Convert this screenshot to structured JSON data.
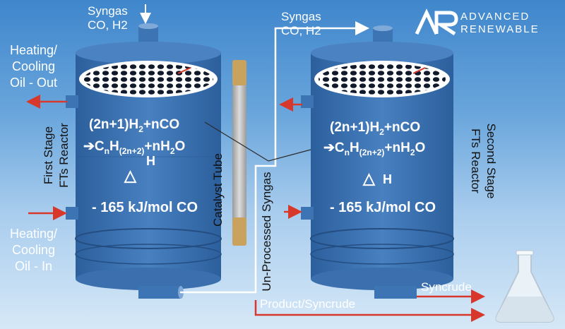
{
  "logo": {
    "mark": "AR",
    "line1": "ADVANCED",
    "line2": "RENEWABLE"
  },
  "inlet_left": {
    "line1": "Syngas",
    "line2": "CO, H2"
  },
  "inlet_right": {
    "line1": "Syngas",
    "line2": "CO, H2"
  },
  "oil_out": {
    "line1": "Heating/",
    "line2": "Cooling",
    "line3": "Oil - Out"
  },
  "oil_in": {
    "line1": "Heating/",
    "line2": "Cooling",
    "line3": "Oil - In"
  },
  "reactor1": {
    "name_line1": "First Stage",
    "name_line2": "FTs Reactor",
    "eq_line1_a": "(2n+1)H",
    "eq_line1_sub": "2",
    "eq_line1_b": "+nCO",
    "eq_line2_arrow": "➔",
    "eq_line2_c": "C",
    "eq_line2_n": "n",
    "eq_line2_h": "H",
    "eq_line2_sub": "(2n+2)",
    "eq_line2_d": "+nH",
    "eq_line2_sub2": "2",
    "eq_line2_e": "O",
    "delta_symbol": "△",
    "delta_h": "H",
    "energy": "- 165 kJ/mol CO"
  },
  "reactor2": {
    "name_line1": "Second Stage",
    "name_line2": "FTs Reactor",
    "eq_line1_a": "(2n+1)H",
    "eq_line1_sub": "2",
    "eq_line1_b": "+nCO",
    "eq_line2_arrow": "➔",
    "eq_line2_c": "C",
    "eq_line2_n": "n",
    "eq_line2_h": "H",
    "eq_line2_sub": "(2n+2)",
    "eq_line2_d": "+nH",
    "eq_line2_sub2": "2",
    "eq_line2_e": "O",
    "delta_symbol": "△",
    "delta_h": "H",
    "energy": "- 165 kJ/mol CO"
  },
  "catalyst_tube": "Catalyst Tube",
  "unprocessed": "Un-Processed Syngas",
  "product": "Product/Syncrude",
  "syncrude": "Syncrude",
  "colors": {
    "vessel": "#3d74b4",
    "vessel_dark": "#2e5e98",
    "arrow_red": "#d8382c",
    "tube_fill": "#c9c9c9",
    "tube_end": "#c9a25e"
  }
}
